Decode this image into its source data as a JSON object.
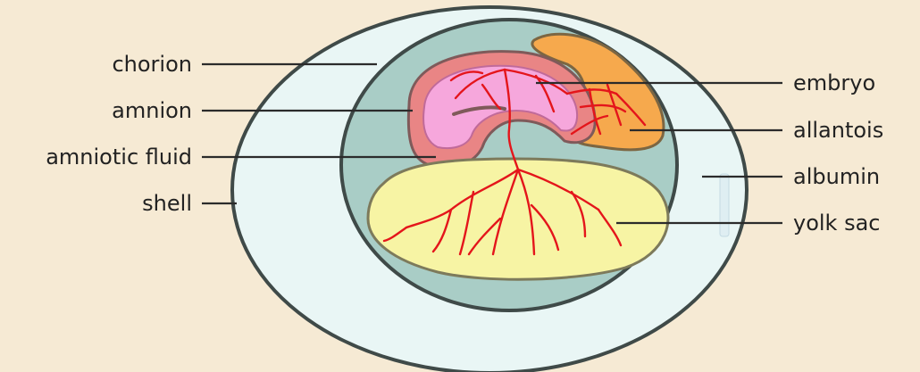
{
  "labels_left": [
    {
      "key": "chorion",
      "text": "chorion"
    },
    {
      "key": "amnion",
      "text": "amnion"
    },
    {
      "key": "amniotic-fluid",
      "text": "amniotic fluid"
    },
    {
      "key": "shell",
      "text": "shell"
    }
  ],
  "labels_right": [
    {
      "key": "embryo",
      "text": "embryo"
    },
    {
      "key": "allantois",
      "text": "allantois"
    },
    {
      "key": "albumin",
      "text": "albumin"
    },
    {
      "key": "yolk-sac",
      "text": "yolk sac"
    }
  ],
  "colors": {
    "background": "#f6ead4",
    "shell": "#e9f6f5",
    "chorion": "#a9cdc6",
    "amnion": "#e98585",
    "embryo": "#f6a7dc",
    "allantois": "#f6a94d",
    "yolk_sac": "#f7f4a4",
    "blood_vessels": "#e4151b",
    "outline": "#3f4a48"
  }
}
